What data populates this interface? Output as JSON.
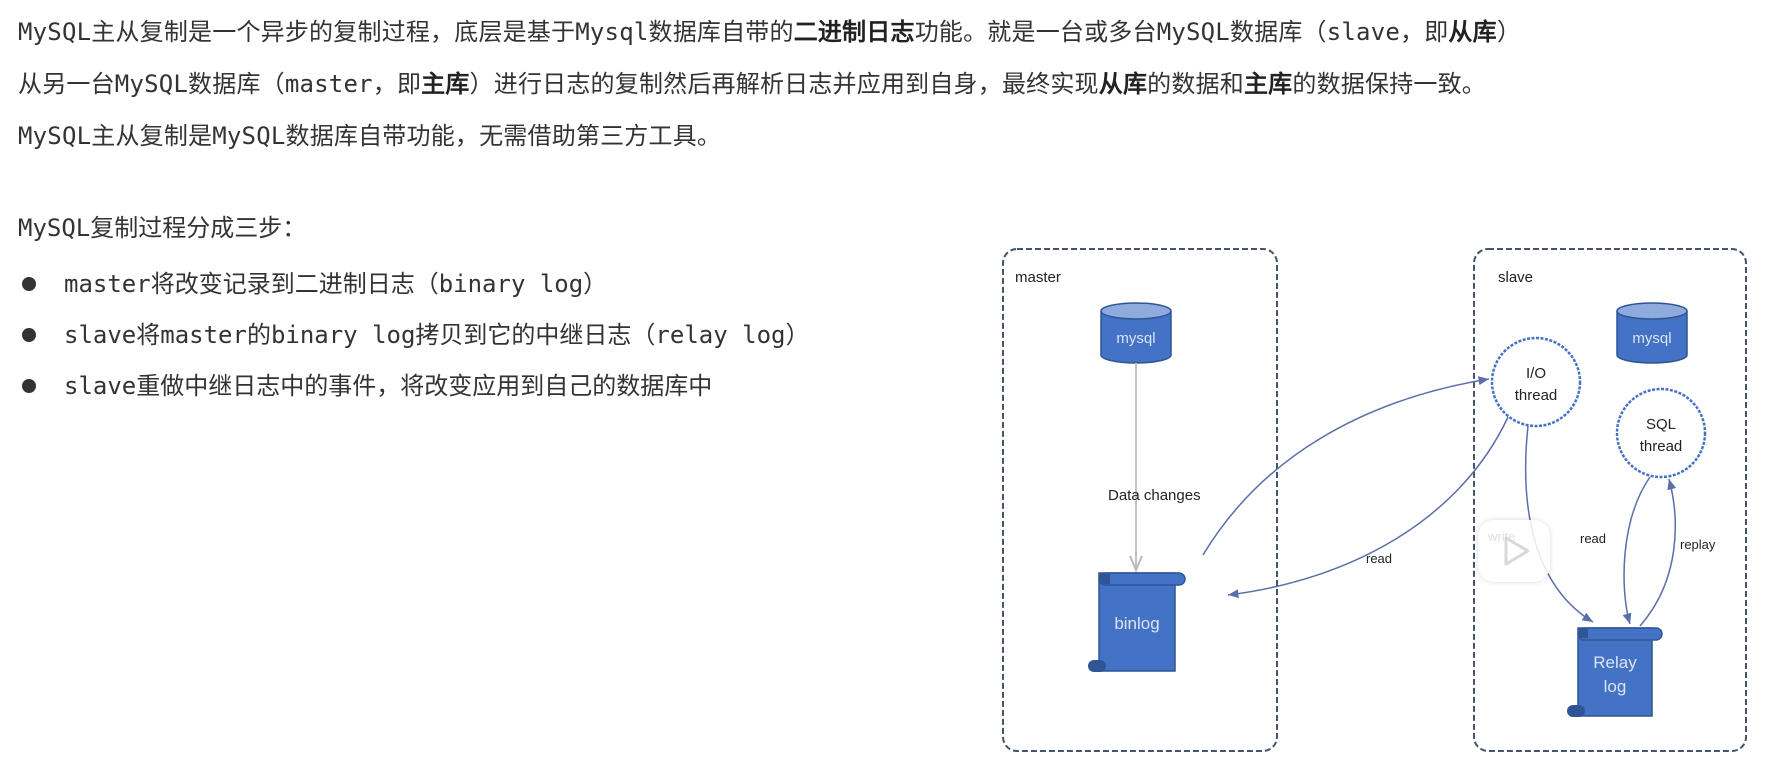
{
  "intro": {
    "segments": [
      {
        "t": "MySQL主从复制是一个异步的复制过程，底层是基于Mysql数据库自带的",
        "b": false
      },
      {
        "t": "二进制日志",
        "b": true
      },
      {
        "t": "功能。就是一台或多台MySQL数据库（slave，即",
        "b": false
      },
      {
        "t": "从库",
        "b": true
      },
      {
        "t": "）从另一台MySQL数据库（master，即",
        "b": false
      },
      {
        "t": "主库",
        "b": true
      },
      {
        "t": "）进行日志的复制然后再解析日志并应用到自身，最终实现",
        "b": false
      },
      {
        "t": "从库",
        "b": true
      },
      {
        "t": "的数据和",
        "b": false
      },
      {
        "t": "主库",
        "b": true
      },
      {
        "t": "的数据保持一致。MySQL主从复制是MySQL数据库自带功能，无需借助第三方工具。",
        "b": false
      }
    ]
  },
  "steps": {
    "heading": "MySQL复制过程分成三步：",
    "items": [
      "master将改变记录到二进制日志（binary log）",
      "slave将master的binary log拷贝到它的中继日志（relay log）",
      "slave重做中继日志中的事件，将改变应用到自己的数据库中"
    ]
  },
  "diagram": {
    "master": {
      "label": "master",
      "db_label": "mysql",
      "edge_label": "Data changes",
      "binlog_label": "binlog"
    },
    "slave": {
      "label": "slave",
      "db_label": "mysql",
      "io_thread": [
        "I/O",
        "thread"
      ],
      "sql_thread": [
        "SQL",
        "thread"
      ],
      "relay_label": [
        "Relay",
        "log"
      ],
      "write_label": "write",
      "read_label": "read",
      "replay_label": "replay"
    },
    "cross_read_label": "read",
    "colors": {
      "shape_fill": "#4472c4",
      "shape_dark": "#2f5597",
      "shape_light": "#8faadc",
      "box_border": "#44546a",
      "arrow": "#5a6ea8",
      "grey_arrow": "#c0c0c8"
    }
  },
  "overlay": {
    "play_icon": "bilibili-play-icon"
  }
}
